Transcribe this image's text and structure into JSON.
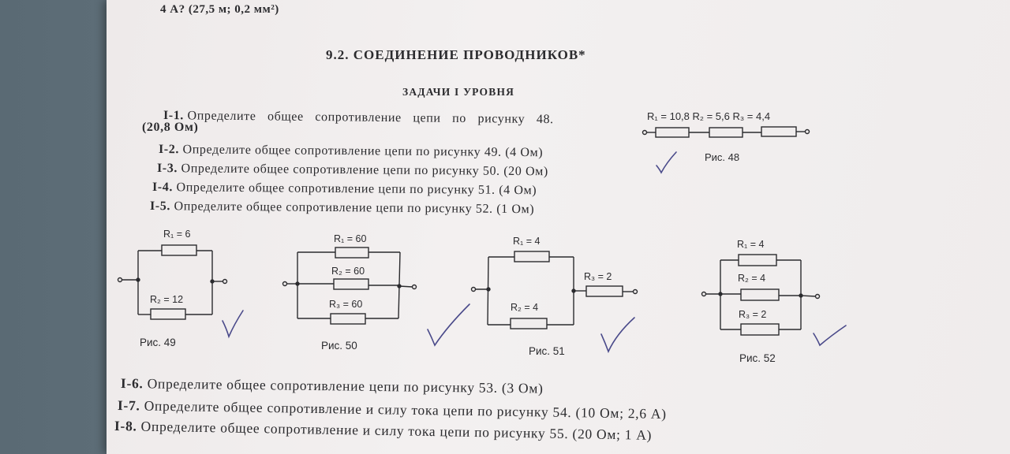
{
  "top_text": "4 А? (27,5 м; 0,2 мм²)",
  "section_title": "9.2. СОЕДИНЕНИЕ ПРОВОДНИКОВ*",
  "subsection_title": "ЗАДАЧИ I УРОВНЯ",
  "problems": [
    {
      "num": "I-1.",
      "text": "Определите общее сопротивление цепи по рисунку 48.",
      "answer": "(20,8 Ом)"
    },
    {
      "num": "I-2.",
      "text": "Определите общее сопротивление цепи по рисунку 49. (4 Ом)"
    },
    {
      "num": "I-3.",
      "text": "Определите общее сопротивление цепи по рисунку 50. (20 Ом)"
    },
    {
      "num": "I-4.",
      "text": "Определите общее сопротивление цепи по рисунку 51. (4 Ом)"
    },
    {
      "num": "I-5.",
      "text": "Определите общее сопротивление цепи по рисунку 52. (1 Ом)"
    },
    {
      "num": "I-6.",
      "text": "Определите общее сопротивление цепи по рисунку 53. (3 Ом)"
    },
    {
      "num": "I-7.",
      "text": "Определите общее сопротивление и силу тока цепи по рисунку 54. (10 Ом; 2,6 А)"
    },
    {
      "num": "I-8.",
      "text": "Определите общее сопротивление и силу тока цепи по рисунку 55. (20 Ом; 1 А)"
    }
  ],
  "figures": {
    "fig48": {
      "caption": "Рис. 48",
      "r1": "R₁ = 10,8",
      "r2": "R₂ = 5,6",
      "r3": "R₃ = 4,4"
    },
    "fig49": {
      "caption": "Рис. 49",
      "r1": "R₁ = 6",
      "r2": "R₂ = 12"
    },
    "fig50": {
      "caption": "Рис. 50",
      "r1": "R₁ = 60",
      "r2": "R₂ = 60",
      "r3": "R₃ = 60"
    },
    "fig51": {
      "caption": "Рис. 51",
      "r1": "R₁ = 4",
      "r2": "R₂ = 4",
      "r3": "R₃ = 2"
    },
    "fig52": {
      "caption": "Рис. 52",
      "r1": "R₁ = 4",
      "r2": "R₂ = 4",
      "r3": "R₃ = 2"
    }
  },
  "colors": {
    "ink": "#2b2b2e",
    "pen": "#4a4a8a",
    "paper": "#f0eded"
  }
}
